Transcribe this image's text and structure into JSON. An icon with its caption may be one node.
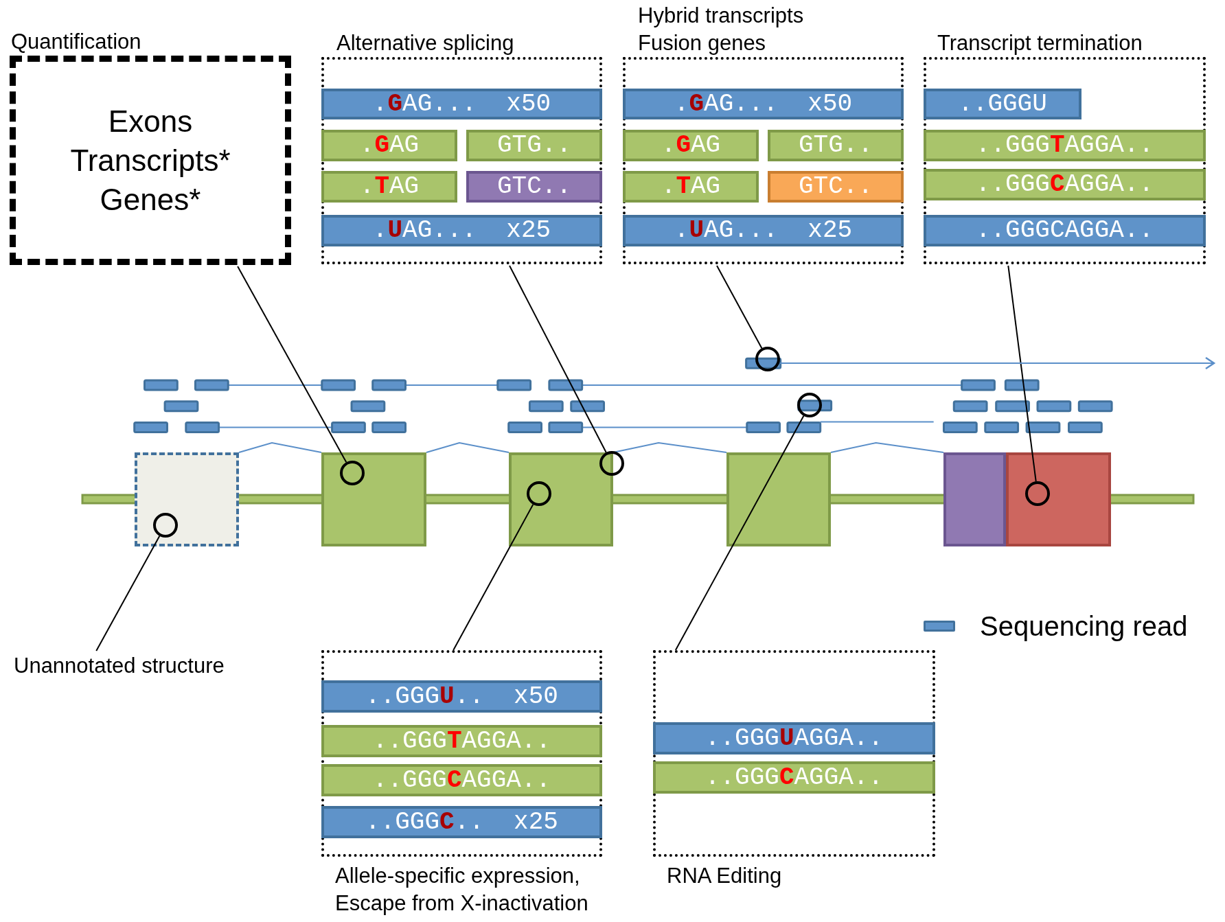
{
  "diagram": {
    "nodes": [
      {
        "text": [
          "Quantification",
          "Exons",
          "Transcripts*",
          "Genes*"
        ]
      },
      {
        "text": [
          "Alternative splicing"
        ]
      },
      {
        "text": [
          ".**G**AG...  x50"
        ],
        "in": 1
      },
      {
        "text": [
          ".**G**AG"
        ],
        "in": 1
      },
      {
        "text": [
          "GTG.."
        ],
        "in": 1
      },
      {
        "text": [
          ".**T**AG"
        ],
        "in": 1
      },
      {
        "text": [
          "GTC.."
        ],
        "in": 1
      },
      {
        "text": [
          ".**U**AG...  x25"
        ],
        "in": 1
      },
      {
        "text": [
          "Hybrid transcripts",
          "Fusion genes"
        ]
      },
      {
        "text": [
          ".**G**AG...  x50"
        ],
        "in": 8
      },
      {
        "text": [
          ".**G**AG"
        ],
        "in": 8
      },
      {
        "text": [
          "GTG.."
        ],
        "in": 8
      },
      {
        "text": [
          ".**T**AG"
        ],
        "in": 8
      },
      {
        "text": [
          "GTC.."
        ],
        "in": 8
      },
      {
        "text": [
          ".**U**AG...  x25"
        ],
        "in": 8
      },
      {
        "text": [
          "Transcript termination"
        ]
      },
      {
        "text": [
          "..GGGU"
        ],
        "in": 15
      },
      {
        "text": [
          "..GGG**T**AGGA.."
        ],
        "in": 15
      },
      {
        "text": [
          "..GGG**C**AGGA.."
        ],
        "in": 15
      },
      {
        "text": [
          "..GGGCAGGA.."
        ],
        "in": 15
      },
      {
        "text": [],
        "shape": "box"
      },
      {
        "text": [],
        "shape": "box"
      },
      {
        "text": [],
        "shape": "box"
      },
      {
        "text": [],
        "shape": "box"
      },
      {
        "text": [],
        "shape": "box"
      },
      {
        "text": [],
        "shape": "box"
      },
      {
        "text": [],
        "shape": "circle",
        "in": 20
      },
      {
        "text": [],
        "shape": "circle",
        "in": 21
      },
      {
        "text": [],
        "shape": "circle"
      },
      {
        "text": [],
        "shape": "circle",
        "in": 22
      },
      {
        "text": [],
        "shape": "circle"
      },
      {
        "text": [],
        "shape": "circle"
      },
      {
        "text": [],
        "shape": "circle",
        "in": 25
      },
      {
        "text": [
          "Unannotated structure"
        ]
      },
      {
        "text": [
          "Allele-specific expression,",
          "Escape from X-inactivation"
        ]
      },
      {
        "text": [
          "..GGG**U**..  x50"
        ],
        "in": 34
      },
      {
        "text": [
          "..GGG**T**AGGA.."
        ],
        "in": 34
      },
      {
        "text": [
          "..GGG**C**AGGA.."
        ],
        "in": 34
      },
      {
        "text": [
          "..GGG**C**..  x25"
        ],
        "in": 34
      },
      {
        "text": [
          "RNA Editing"
        ]
      },
      {
        "text": [
          "..GGG**U**AGGA.."
        ],
        "in": 39
      },
      {
        "text": [
          "..GGG**C**AGGA.."
        ],
        "in": 39
      }
    ],
    "edges": [
      {
        "from": 0,
        "to": 27,
        "arrow": "none"
      },
      {
        "from": 1,
        "to": 28,
        "arrow": "none"
      },
      {
        "from": 8,
        "to": 30,
        "arrow": "none"
      },
      {
        "from": 15,
        "to": 32,
        "arrow": "none"
      },
      {
        "from": 34,
        "to": 29,
        "arrow": "none"
      },
      {
        "from": 39,
        "to": 31,
        "arrow": "none"
      },
      {
        "from": 33,
        "to": 26,
        "arrow": "none"
      },
      {
        "from": 30,
        "to": null,
        "arrow": "to",
        "color": "#5b8fc9"
      },
      {
        "from": 20,
        "to": 21,
        "arrow": "none",
        "color": "#5b8fc9"
      },
      {
        "from": 21,
        "to": 22,
        "arrow": "none",
        "color": "#5b8fc9"
      },
      {
        "from": 22,
        "to": 23,
        "arrow": "none",
        "color": "#5b8fc9"
      },
      {
        "from": 23,
        "to": 24,
        "arrow": "none",
        "color": "#5b8fc9"
      }
    ],
    "legend": [
      {
        "text": "Sequencing read",
        "color": "#5f93c9"
      }
    ]
  }
}
